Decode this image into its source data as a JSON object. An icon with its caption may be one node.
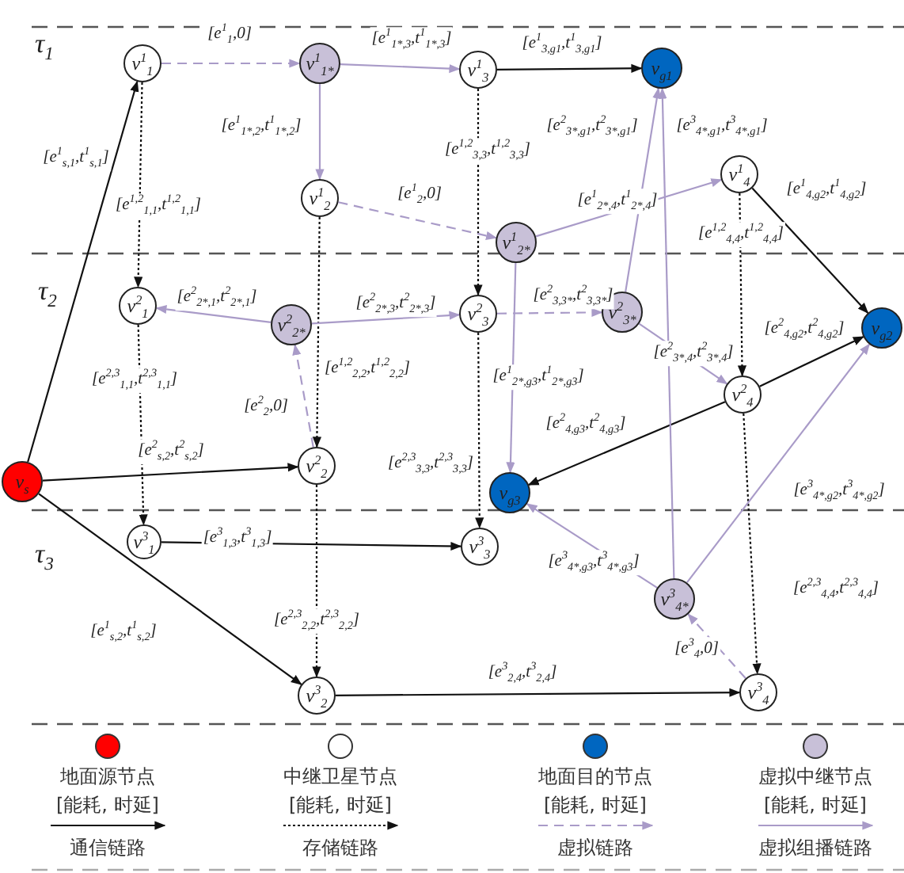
{
  "diagram": {
    "nodes": [
      {
        "text": [
          "v$_{s}$"
        ]
      },
      {
        "text": [
          "v$^{1}$$_{1}$"
        ]
      },
      {
        "text": [
          "v$^{1}$$_{1*}$"
        ]
      },
      {
        "text": [
          "v$^{1}$$_{3}$"
        ]
      },
      {
        "text": [
          "v$_{g1}$"
        ]
      },
      {
        "text": [
          "v$^{1}$$_{2}$"
        ]
      },
      {
        "text": [
          "v$^{1}$$_{2*}$"
        ]
      },
      {
        "text": [
          "v$^{1}$$_{4}$"
        ]
      },
      {
        "text": [
          "v$^{2}$$_{1}$"
        ]
      },
      {
        "text": [
          "v$^{2}$$_{2*}$"
        ]
      },
      {
        "text": [
          "v$^{2}$$_{3}$"
        ]
      },
      {
        "text": [
          "v$^{2}$$_{3*}$"
        ]
      },
      {
        "text": [
          "v$^{2}$$_{4}$"
        ]
      },
      {
        "text": [
          "v$_{g2}$"
        ]
      },
      {
        "text": [
          "v$^{2}$$_{2}$"
        ]
      },
      {
        "text": [
          "v$_{g3}$"
        ]
      },
      {
        "text": [
          "v$^{3}$$_{1}$"
        ]
      },
      {
        "text": [
          "v$^{3}$$_{3}$"
        ]
      },
      {
        "text": [
          "v$^{3}$$_{4*}$"
        ]
      },
      {
        "text": [
          "v$^{3}$$_{2}$"
        ]
      },
      {
        "text": [
          "v$^{3}$$_{4}$"
        ]
      }
    ],
    "edges": [
      {
        "from": 0,
        "to": 1,
        "arrow": "to",
        "label": "[e$^{1}$$_{s,1}$,t$^{1}$$_{s,1}$]"
      },
      {
        "from": 0,
        "to": 14,
        "arrow": "to",
        "label": "[e$^{2}$$_{s,2}$,t$^{2}$$_{s,2}$]"
      },
      {
        "from": 0,
        "to": 19,
        "arrow": "to",
        "label": "[e$^{1}$$_{s,2}$,t$^{1}$$_{s,2}$]"
      },
      {
        "from": 3,
        "to": 4,
        "arrow": "to",
        "label": "[e$^{1}$$_{3,g1}$,t$^{1}$$_{3,g1}$]"
      },
      {
        "from": 7,
        "to": 13,
        "arrow": "to",
        "label": "[e$^{1}$$_{4,g2}$,t$^{1}$$_{4,g2}$]"
      },
      {
        "from": 12,
        "to": 13,
        "arrow": "to",
        "label": "[e$^{2}$$_{4,g2}$,t$^{2}$$_{4,g2}$]"
      },
      {
        "from": 12,
        "to": 15,
        "arrow": "to",
        "label": "[e$^{2}$$_{4,g3}$,t$^{2}$$_{4,g3}$]"
      },
      {
        "from": 16,
        "to": 17,
        "arrow": "to",
        "label": "[e$^{3}$$_{1,3}$,t$^{3}$$_{1,3}$]"
      },
      {
        "from": 19,
        "to": 20,
        "arrow": "to",
        "label": "[e$^{3}$$_{2,4}$,t$^{3}$$_{2,4}$]"
      },
      {
        "from": 1,
        "to": 8,
        "arrow": "to",
        "style": "dashed",
        "label": "[e$^{1,2}$$_{1,1}$,t$^{1,2}$$_{1,1}$]"
      },
      {
        "from": 8,
        "to": 16,
        "arrow": "to",
        "style": "dashed",
        "label": "[e$^{2,3}$$_{1,1}$,t$^{2,3}$$_{1,1}$]"
      },
      {
        "from": 5,
        "to": 14,
        "arrow": "to",
        "style": "dashed",
        "label": "[e$^{1,2}$$_{2,2}$,t$^{1,2}$$_{2,2}$]"
      },
      {
        "from": 14,
        "to": 19,
        "arrow": "to",
        "style": "dashed",
        "label": "[e$^{2,3}$$_{2,2}$,t$^{2,3}$$_{2,2}$]"
      },
      {
        "from": 3,
        "to": 10,
        "arrow": "to",
        "style": "dashed",
        "label": "[e$^{1,2}$$_{3,3}$,t$^{1,2}$$_{3,3}$]"
      },
      {
        "from": 10,
        "to": 17,
        "arrow": "to",
        "style": "dashed",
        "label": "[e$^{2,3}$$_{3,3}$,t$^{2,3}$$_{3,3}$]"
      },
      {
        "from": 7,
        "to": 12,
        "arrow": "to",
        "style": "dashed",
        "label": "[e$^{1,2}$$_{4,4}$,t$^{1,2}$$_{4,4}$]"
      },
      {
        "from": 12,
        "to": 20,
        "arrow": "to",
        "style": "dashed",
        "label": "[e$^{2,3}$$_{4,4}$,t$^{2,3}$$_{4,4}$]"
      },
      {
        "from": 1,
        "to": 2,
        "arrow": "to",
        "style": "dashed",
        "color": "#a99bc8",
        "label": "[e$^{1}$$_{1}$,0]"
      },
      {
        "from": 5,
        "to": 6,
        "arrow": "to",
        "style": "dashed",
        "color": "#a99bc8",
        "label": "[e$^{1}$$_{2}$,0]"
      },
      {
        "from": 14,
        "to": 9,
        "arrow": "to",
        "style": "dashed",
        "color": "#a99bc8",
        "label": "[e$^{2}$$_{2}$,0]"
      },
      {
        "from": 20,
        "to": 18,
        "arrow": "to",
        "style": "dashed",
        "color": "#a99bc8",
        "label": "[e$^{3}$$_{4}$,0]"
      },
      {
        "from": 10,
        "to": 11,
        "arrow": "to",
        "style": "dashed",
        "color": "#a99bc8",
        "label": "[e$^{2}$$_{3,3*}$,t$^{2}$$_{3,3*}$]"
      },
      {
        "from": 2,
        "to": 3,
        "arrow": "to",
        "color": "#a99bc8",
        "label": "[e$^{1}$$_{1*,3}$,t$^{1}$$_{1*,3}$]"
      },
      {
        "from": 2,
        "to": 5,
        "arrow": "to",
        "color": "#a99bc8",
        "label": "[e$^{1}$$_{1*,2}$,t$^{1}$$_{1*,2}$]"
      },
      {
        "from": 6,
        "to": 7,
        "arrow": "to",
        "color": "#a99bc8",
        "label": "[e$^{1}$$_{2*,4}$,t$^{1}$$_{2*,4}$]"
      },
      {
        "from": 6,
        "to": 15,
        "arrow": "to",
        "color": "#a99bc8",
        "label": "[e$^{1}$$_{2*,g3}$,t$^{1}$$_{2*,g3}$]"
      },
      {
        "from": 9,
        "to": 8,
        "arrow": "to",
        "color": "#a99bc8",
        "label": "[e$^{2}$$_{2*,1}$,t$^{2}$$_{2*,1}$]"
      },
      {
        "from": 9,
        "to": 10,
        "arrow": "to",
        "color": "#a99bc8",
        "label": "[e$^{2}$$_{2*,3}$,t$^{2}$$_{2*,3}$]"
      },
      {
        "from": 11,
        "to": 4,
        "arrow": "to",
        "color": "#a99bc8",
        "label": "[e$^{2}$$_{3*,g1}$,t$^{2}$$_{3*,g1}$]"
      },
      {
        "from": 11,
        "to": 12,
        "arrow": "to",
        "color": "#a99bc8",
        "label": "[e$^{2}$$_{3*,4}$,t$^{2}$$_{3*,4}$]"
      },
      {
        "from": 18,
        "to": 4,
        "arrow": "to",
        "color": "#a99bc8",
        "label": "[e$^{3}$$_{4*,g1}$,t$^{3}$$_{4*,g1}$]"
      },
      {
        "from": 18,
        "to": 13,
        "arrow": "to",
        "color": "#a99bc8",
        "label": "[e$^{3}$$_{4*,g2}$,t$^{3}$$_{4*,g2}$]"
      },
      {
        "from": 18,
        "to": 15,
        "arrow": "to",
        "color": "#a99bc8",
        "label": "[e$^{3}$$_{4*,g3}$,t$^{3}$$_{4*,g3}$]"
      }
    ],
    "labels": [
      "τ$_{1}$",
      "τ$_{2}$",
      "τ$_{3}$",
      "[能耗, 时延]",
      "[能耗, 时延]",
      "[能耗, 时延]",
      "[能耗, 时延]"
    ],
    "legend": [
      {
        "text": "地面源节点",
        "color": "#ff0000"
      },
      {
        "text": "中继卫星节点",
        "color": "#ffffff"
      },
      {
        "text": "地面目的节点",
        "color": "#0066c0"
      },
      {
        "text": "虚拟中继节点",
        "color": "#c8c0d8"
      },
      {
        "text": "通信链路"
      },
      {
        "text": "存储链路"
      },
      {
        "text": "虚拟链路"
      },
      {
        "text": "虚拟组播链路"
      }
    ]
  }
}
